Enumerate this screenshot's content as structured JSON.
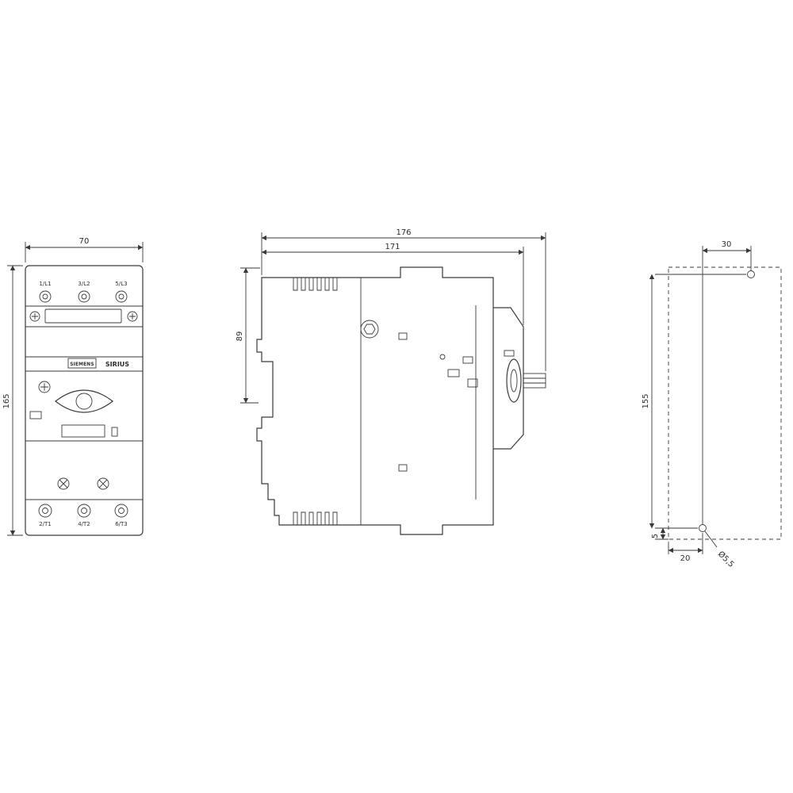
{
  "drawing": {
    "front": {
      "dim_width": "70",
      "dim_height": "165",
      "terminals_top": [
        "1/L1",
        "3/L2",
        "5/L3"
      ],
      "terminals_bottom": [
        "2/T1",
        "4/T2",
        "6/T3"
      ],
      "brand": "SIEMENS",
      "series": "SIRIUS"
    },
    "side": {
      "dim_total_depth": "176",
      "dim_body_depth": "171",
      "dim_top_to_rail": "89"
    },
    "drill": {
      "dim_hole_offset": "30",
      "dim_hole_spacing": "155",
      "dim_edge_to_hole": "20",
      "dim_bottom_margin": "5",
      "dim_hole_diameter": "Ø5,5"
    }
  }
}
